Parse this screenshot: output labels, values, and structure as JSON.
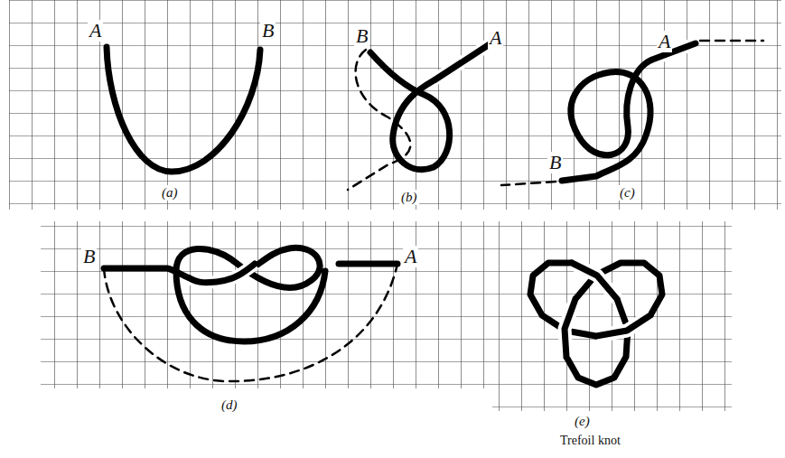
{
  "diagram": {
    "labels": [
      "A",
      "B",
      "(a)",
      "B",
      "A",
      "(b)",
      "A",
      "B",
      "(c)",
      "B",
      "A",
      "(d)",
      "(e)",
      "Trefoil knot"
    ]
  }
}
